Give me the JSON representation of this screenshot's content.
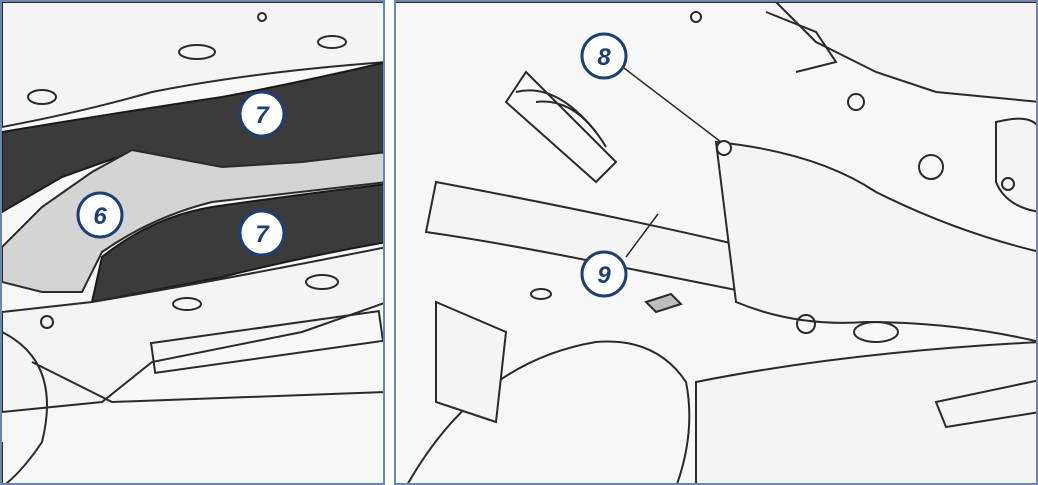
{
  "colors": {
    "panel_border": "#6b87b0",
    "callout_fill": "#ffffff",
    "callout_stroke": "#1d3f73",
    "callout_text": "#1d3f73",
    "shield_dark": "#3b3b3b",
    "shield_light": "#d4d4d4",
    "line_art": "#2a2a2a",
    "background": "#f7f7f7"
  },
  "left_panel": {
    "callouts": [
      {
        "label": "7",
        "target": "upper-dark-shield"
      },
      {
        "label": "6",
        "target": "light-center-shield"
      },
      {
        "label": "7",
        "target": "lower-dark-shield"
      }
    ]
  },
  "right_panel": {
    "callouts": [
      {
        "label": "8",
        "target": "bolt"
      },
      {
        "label": "9",
        "target": "clip"
      }
    ]
  }
}
